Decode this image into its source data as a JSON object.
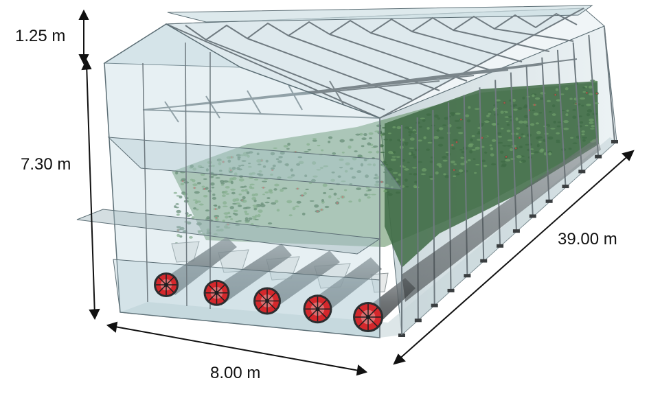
{
  "dimensions": {
    "roof_height": "1.25 m",
    "wall_height": "7.30 m",
    "width": "8.00 m",
    "length": "39.00 m"
  },
  "fans": {
    "count": 5
  },
  "colors": {
    "glass_fill": "#b9d3dc",
    "glass_edge": "#5c6e75",
    "frame": "#6f7a80",
    "plant_dark": "#3f6b45",
    "plant_light": "#6d9e6a",
    "fan_red": "#d4282c",
    "duct": "#4a4f52",
    "trough": "#e8eaea"
  }
}
